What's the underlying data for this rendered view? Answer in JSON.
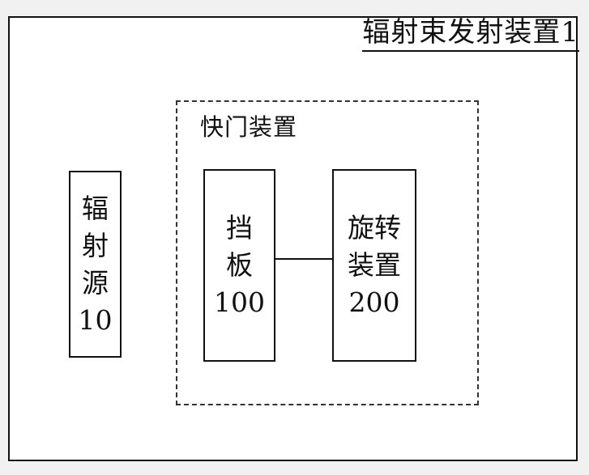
{
  "diagram": {
    "title": "辐射束发射装置1",
    "shutter": {
      "label": "快门装置"
    },
    "source": {
      "lines": [
        "辐",
        "射",
        "源",
        "10"
      ]
    },
    "plate": {
      "lines": [
        "挡",
        "板",
        "100"
      ]
    },
    "rotator": {
      "lines": [
        "旋转",
        "装置",
        "200"
      ]
    }
  }
}
